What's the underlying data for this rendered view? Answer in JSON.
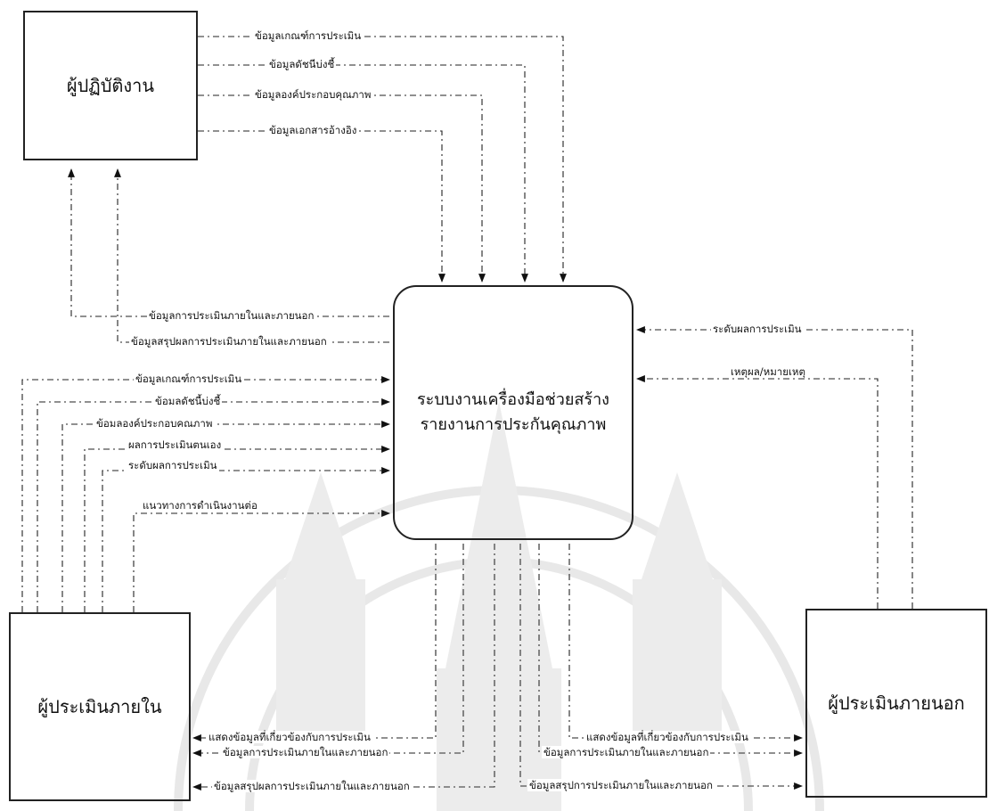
{
  "entities": {
    "practitioner": "ผู้ปฏิบัติงาน",
    "internal_assessor": "ผู้ประเมินภายใน",
    "external_assessor": "ผู้ประเมินภายนอก",
    "system_line1": "ระบบงานเครื่องมือช่วยสร้าง",
    "system_line2": "รายงานการประกันคุณภาพ"
  },
  "flows": {
    "practitioner_to_system": [
      "ข้อมูลเกณฑ์การประเมิน",
      "ข้อมูลดัชนีบ่งชี้",
      "ข้อมูลองค์ประกอบคุณภาพ",
      "ข้อมูลเอกสารอ้างอิง"
    ],
    "system_to_practitioner": [
      "ข้อมูลการประเมินภายในและภายนอก",
      "ข้อมูลสรุปผลการประเมินภายในและภายนอก"
    ],
    "internal_to_system": [
      "ข้อมูลเกณฑ์การประเมิน",
      "ข้อมลดัชนี้บ่งชี้",
      "ข้อมลองค์ประกอบคณภาพ",
      "ผลการประเมินตนเอง",
      "ระดับผลการประเมิน",
      "แนวทางการดำเนินงานต่อ"
    ],
    "external_to_system": [
      "ระดับผลการประเมิน",
      "เหตุผล/หมายเหตุ"
    ],
    "system_to_internal": [
      "แสดงข้อมูลที่เกี่ยวข้องกับการประเมิน",
      "ข้อมูลการประเมินภายในและภายนอก",
      "ข้อมูลสรุปผลการประเมินภายในและภายนอก"
    ],
    "system_to_external": [
      "แสดงข้อมูลที่เกี่ยวข้องกับการประเมิน",
      "ข้อมูลการประเมินภายในและภายนอก",
      "ข้อมูลสรุปการประเมินภายในและภายนอก"
    ]
  }
}
